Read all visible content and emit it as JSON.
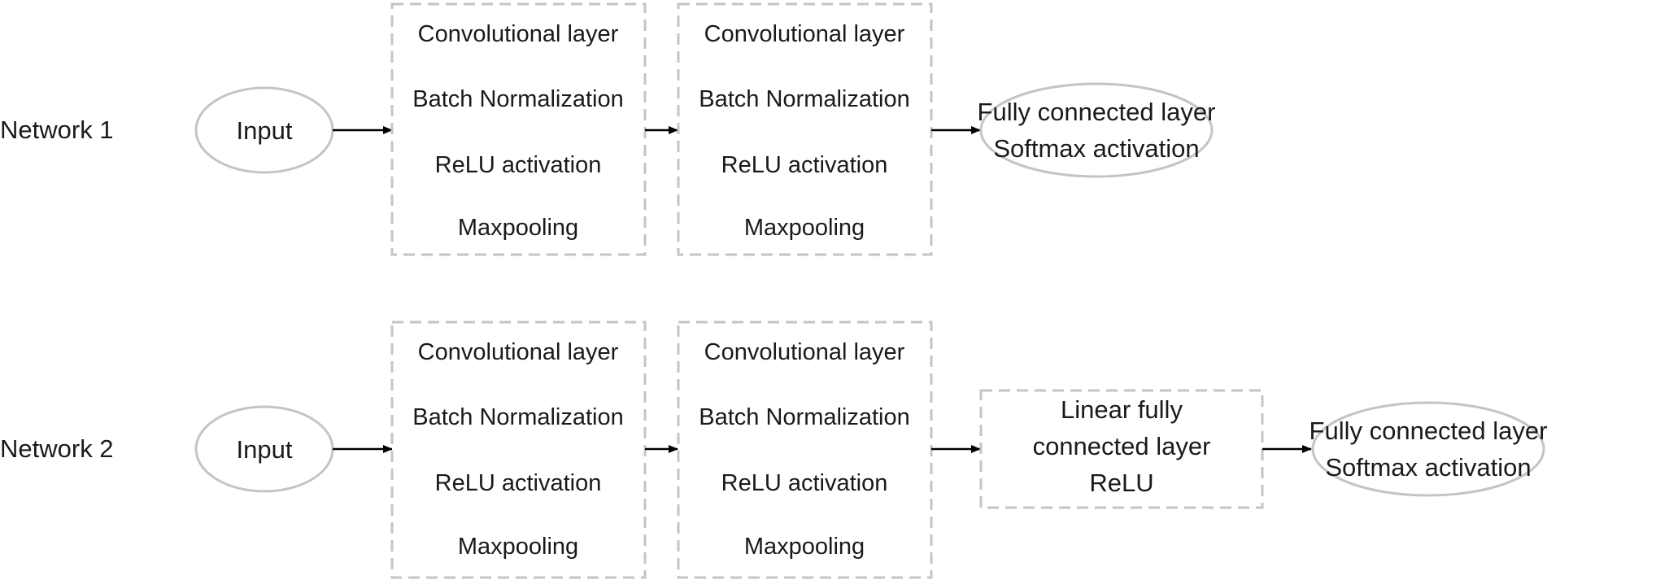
{
  "networks": [
    {
      "label": "Network 1",
      "input": "Input",
      "block1": [
        "Convolutional layer",
        "Batch Normalization",
        "ReLU activation",
        "Maxpooling"
      ],
      "block2": [
        "Convolutional layer",
        "Batch Normalization",
        "ReLU activation",
        "Maxpooling"
      ],
      "output": [
        "Fully connected layer",
        "Softmax activation"
      ]
    },
    {
      "label": "Network 2",
      "input": "Input",
      "block1": [
        "Convolutional layer",
        "Batch Normalization",
        "ReLU activation",
        "Maxpooling"
      ],
      "block2": [
        "Convolutional layer",
        "Batch Normalization",
        "ReLU activation",
        "Maxpooling"
      ],
      "linear": [
        "Linear fully",
        "connected layer",
        "ReLU"
      ],
      "output": [
        "Fully connected layer",
        "Softmax activation"
      ]
    }
  ]
}
